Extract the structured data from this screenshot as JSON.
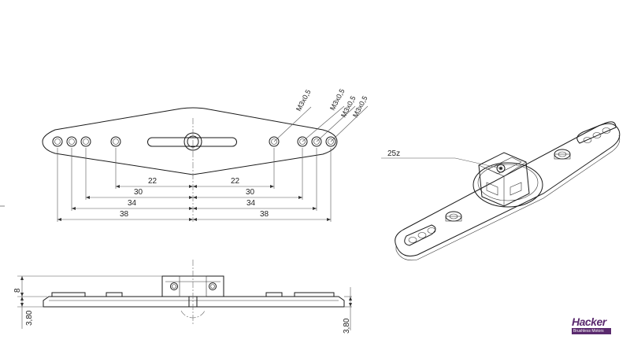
{
  "dimensions": {
    "d22_left": "22",
    "d22_right": "22",
    "d30_left": "30",
    "d30_right": "30",
    "d34_left": "34",
    "d34_right": "34",
    "d38_left": "38",
    "d38_right": "38",
    "height_8": "8",
    "height_380_left": "3,80",
    "height_380_right": "3,80"
  },
  "thread_callouts": [
    "M3x0,5",
    "M3x0,5",
    "M3x0,5",
    "M3x0,5"
  ],
  "spline_callout": "25z",
  "brand": {
    "name": "Hacker",
    "tagline": "Brushless Motors",
    "color": "#5a2a6e"
  }
}
